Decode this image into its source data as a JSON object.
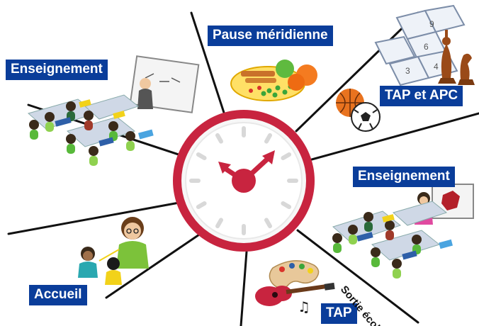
{
  "segments": {
    "enseignement_matin": "Enseignement",
    "pause_meridienne": "Pause méridienne",
    "tap_et_apc": "TAP et APC",
    "enseignement_apres_midi": "Enseignement",
    "accueil": "Accueil",
    "tap": "TAP",
    "sortie_ecole": "Sortie école"
  },
  "colors": {
    "label_background": "#0a3d9a",
    "label_text": "#ffffff",
    "clock_rim": "#c8243f",
    "clock_hands": "#c8243f",
    "divider_lines": "#111111"
  },
  "icons": [
    "classroom-icon",
    "teacher-at-whiteboard-icon",
    "lunch-plate-icon",
    "oranges-icon",
    "hopscotch-icon",
    "chess-pieces-icon",
    "basketball-icon",
    "soccer-ball-icon",
    "teacher-with-map-icon",
    "children-greeting-icon",
    "paint-palette-icon",
    "guitar-icon",
    "music-notes-icon",
    "clock-icon"
  ]
}
